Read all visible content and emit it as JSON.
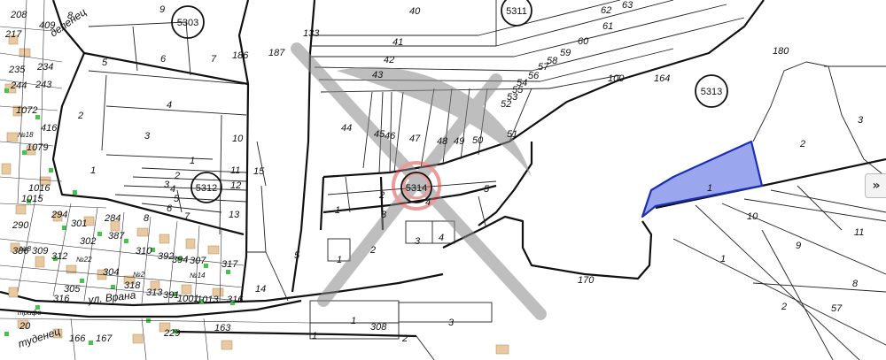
{
  "colors": {
    "highlight_fill": "#9aa6ee",
    "highlight_stroke": "#1a2fb5",
    "building": "#e8c9a0",
    "marker": "#44c44a",
    "watermark": "#8a8a8a",
    "watermark_logo": "#e04848"
  },
  "cadastral_zones": [
    "5303",
    "5311",
    "5313",
    "5312",
    "5314"
  ],
  "streets": [
    "ул. Врана",
    "туденец",
    "деленец"
  ],
  "parcels_center": [
    "40",
    "41",
    "42",
    "43",
    "44",
    "45",
    "46",
    "47",
    "48",
    "49",
    "50",
    "51",
    "52",
    "53",
    "55",
    "54",
    "56",
    "57",
    "58",
    "59",
    "60",
    "61",
    "62",
    "63",
    "133",
    "100",
    "164",
    "180",
    "187"
  ],
  "parcels_left": [
    "9",
    "8",
    "5",
    "6",
    "7",
    "186",
    "4",
    "2",
    "3",
    "10",
    "1",
    "11",
    "15",
    "12",
    "13",
    "14",
    "1",
    "2",
    "3",
    "4",
    "5",
    "6",
    "7",
    "8"
  ],
  "parcels_mid": [
    "2",
    "1",
    "3",
    "5",
    "4",
    "1",
    "2",
    "5",
    "3",
    "4",
    "1",
    "3",
    "1",
    "2",
    "308",
    "170",
    "163"
  ],
  "parcels_right": [
    "2",
    "3",
    "1",
    "10",
    "9",
    "11",
    "1",
    "8",
    "2",
    "57"
  ],
  "parcels_residential": [
    "208",
    "409",
    "217",
    "235",
    "234",
    "244",
    "243",
    "1072",
    "416",
    "1079",
    "1016",
    "1015",
    "294",
    "301",
    "284",
    "290",
    "302",
    "387",
    "310",
    "392",
    "394",
    "307",
    "317",
    "305",
    "316",
    "318",
    "313",
    "391",
    "1001",
    "1013",
    "316",
    "229",
    "166",
    "167",
    "20",
    "386",
    "309",
    "312",
    "304"
  ],
  "building_labels": [
    "№18",
    "№22",
    "№14",
    "№8",
    "№2",
    "трафо"
  ],
  "expand_panel_icon": "chevron-double-right-icon",
  "expand_panel_label": "»"
}
